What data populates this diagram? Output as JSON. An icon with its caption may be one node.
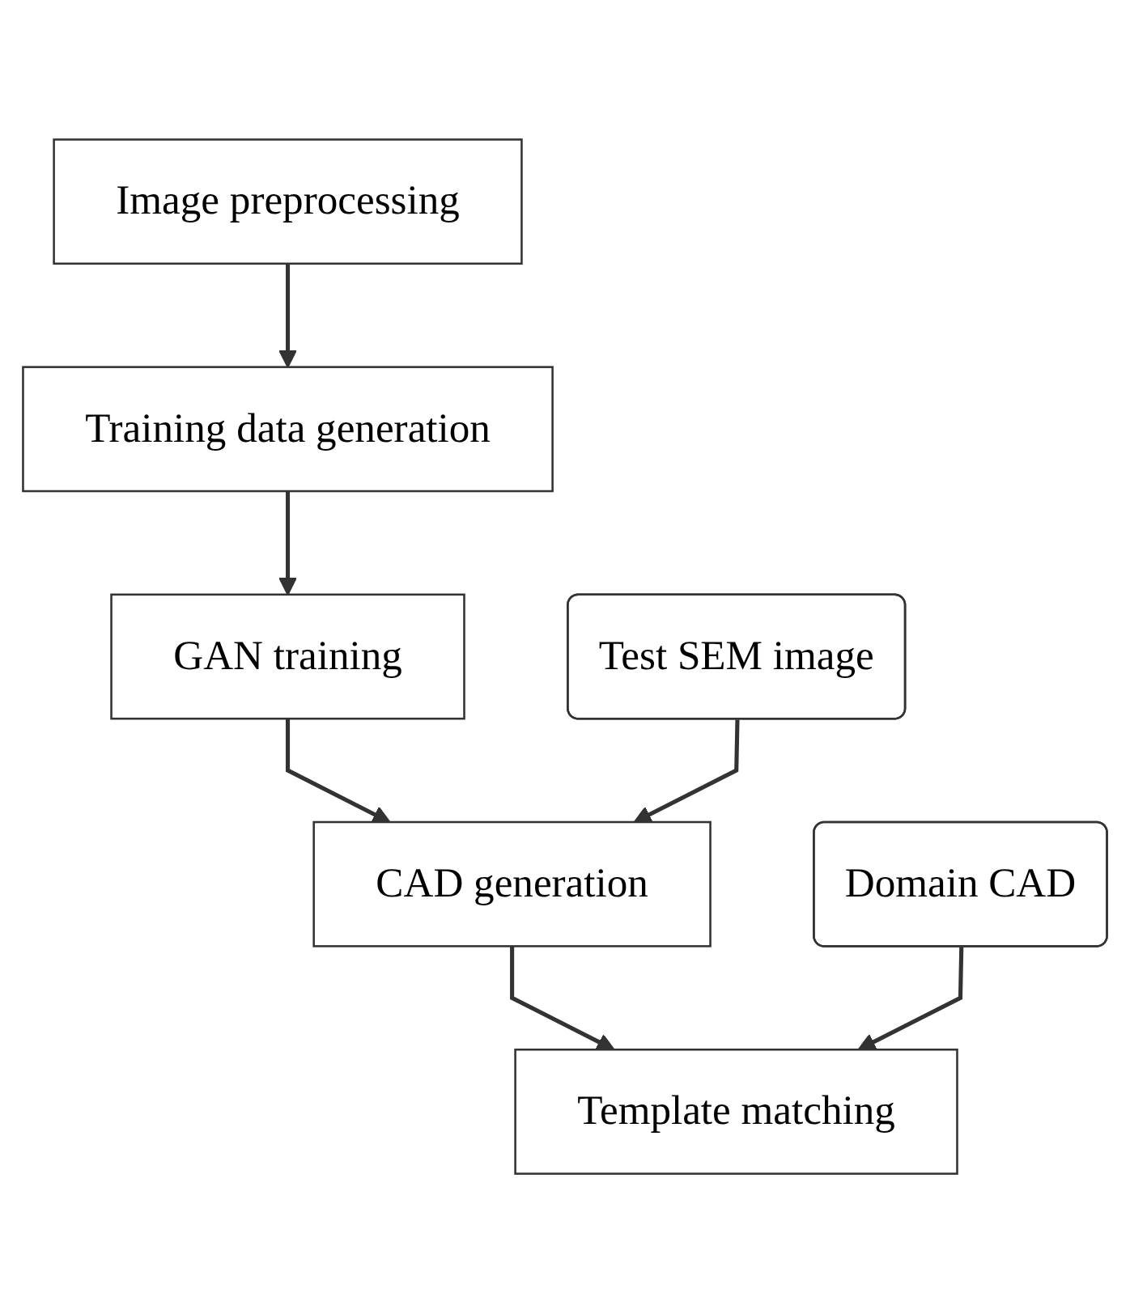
{
  "diagram": {
    "nodes": [
      {
        "text": [
          "Image preprocessing"
        ]
      },
      {
        "text": [
          "Training data generation"
        ]
      },
      {
        "text": [
          "GAN training"
        ]
      },
      {
        "text": [
          "CAD generation"
        ]
      },
      {
        "text": [
          "Test SEM image"
        ]
      },
      {
        "text": [
          "Template matching"
        ]
      },
      {
        "text": [
          "Domain CAD"
        ]
      }
    ],
    "edges": [
      {
        "from": 0,
        "to": 1,
        "arrow": "to"
      },
      {
        "from": 1,
        "to": 2,
        "arrow": "to"
      },
      {
        "from": 2,
        "to": 3,
        "arrow": "to"
      },
      {
        "from": 4,
        "to": 3,
        "arrow": "to"
      },
      {
        "from": 3,
        "to": 5,
        "arrow": "to"
      },
      {
        "from": 6,
        "to": 5,
        "arrow": "to"
      }
    ]
  }
}
